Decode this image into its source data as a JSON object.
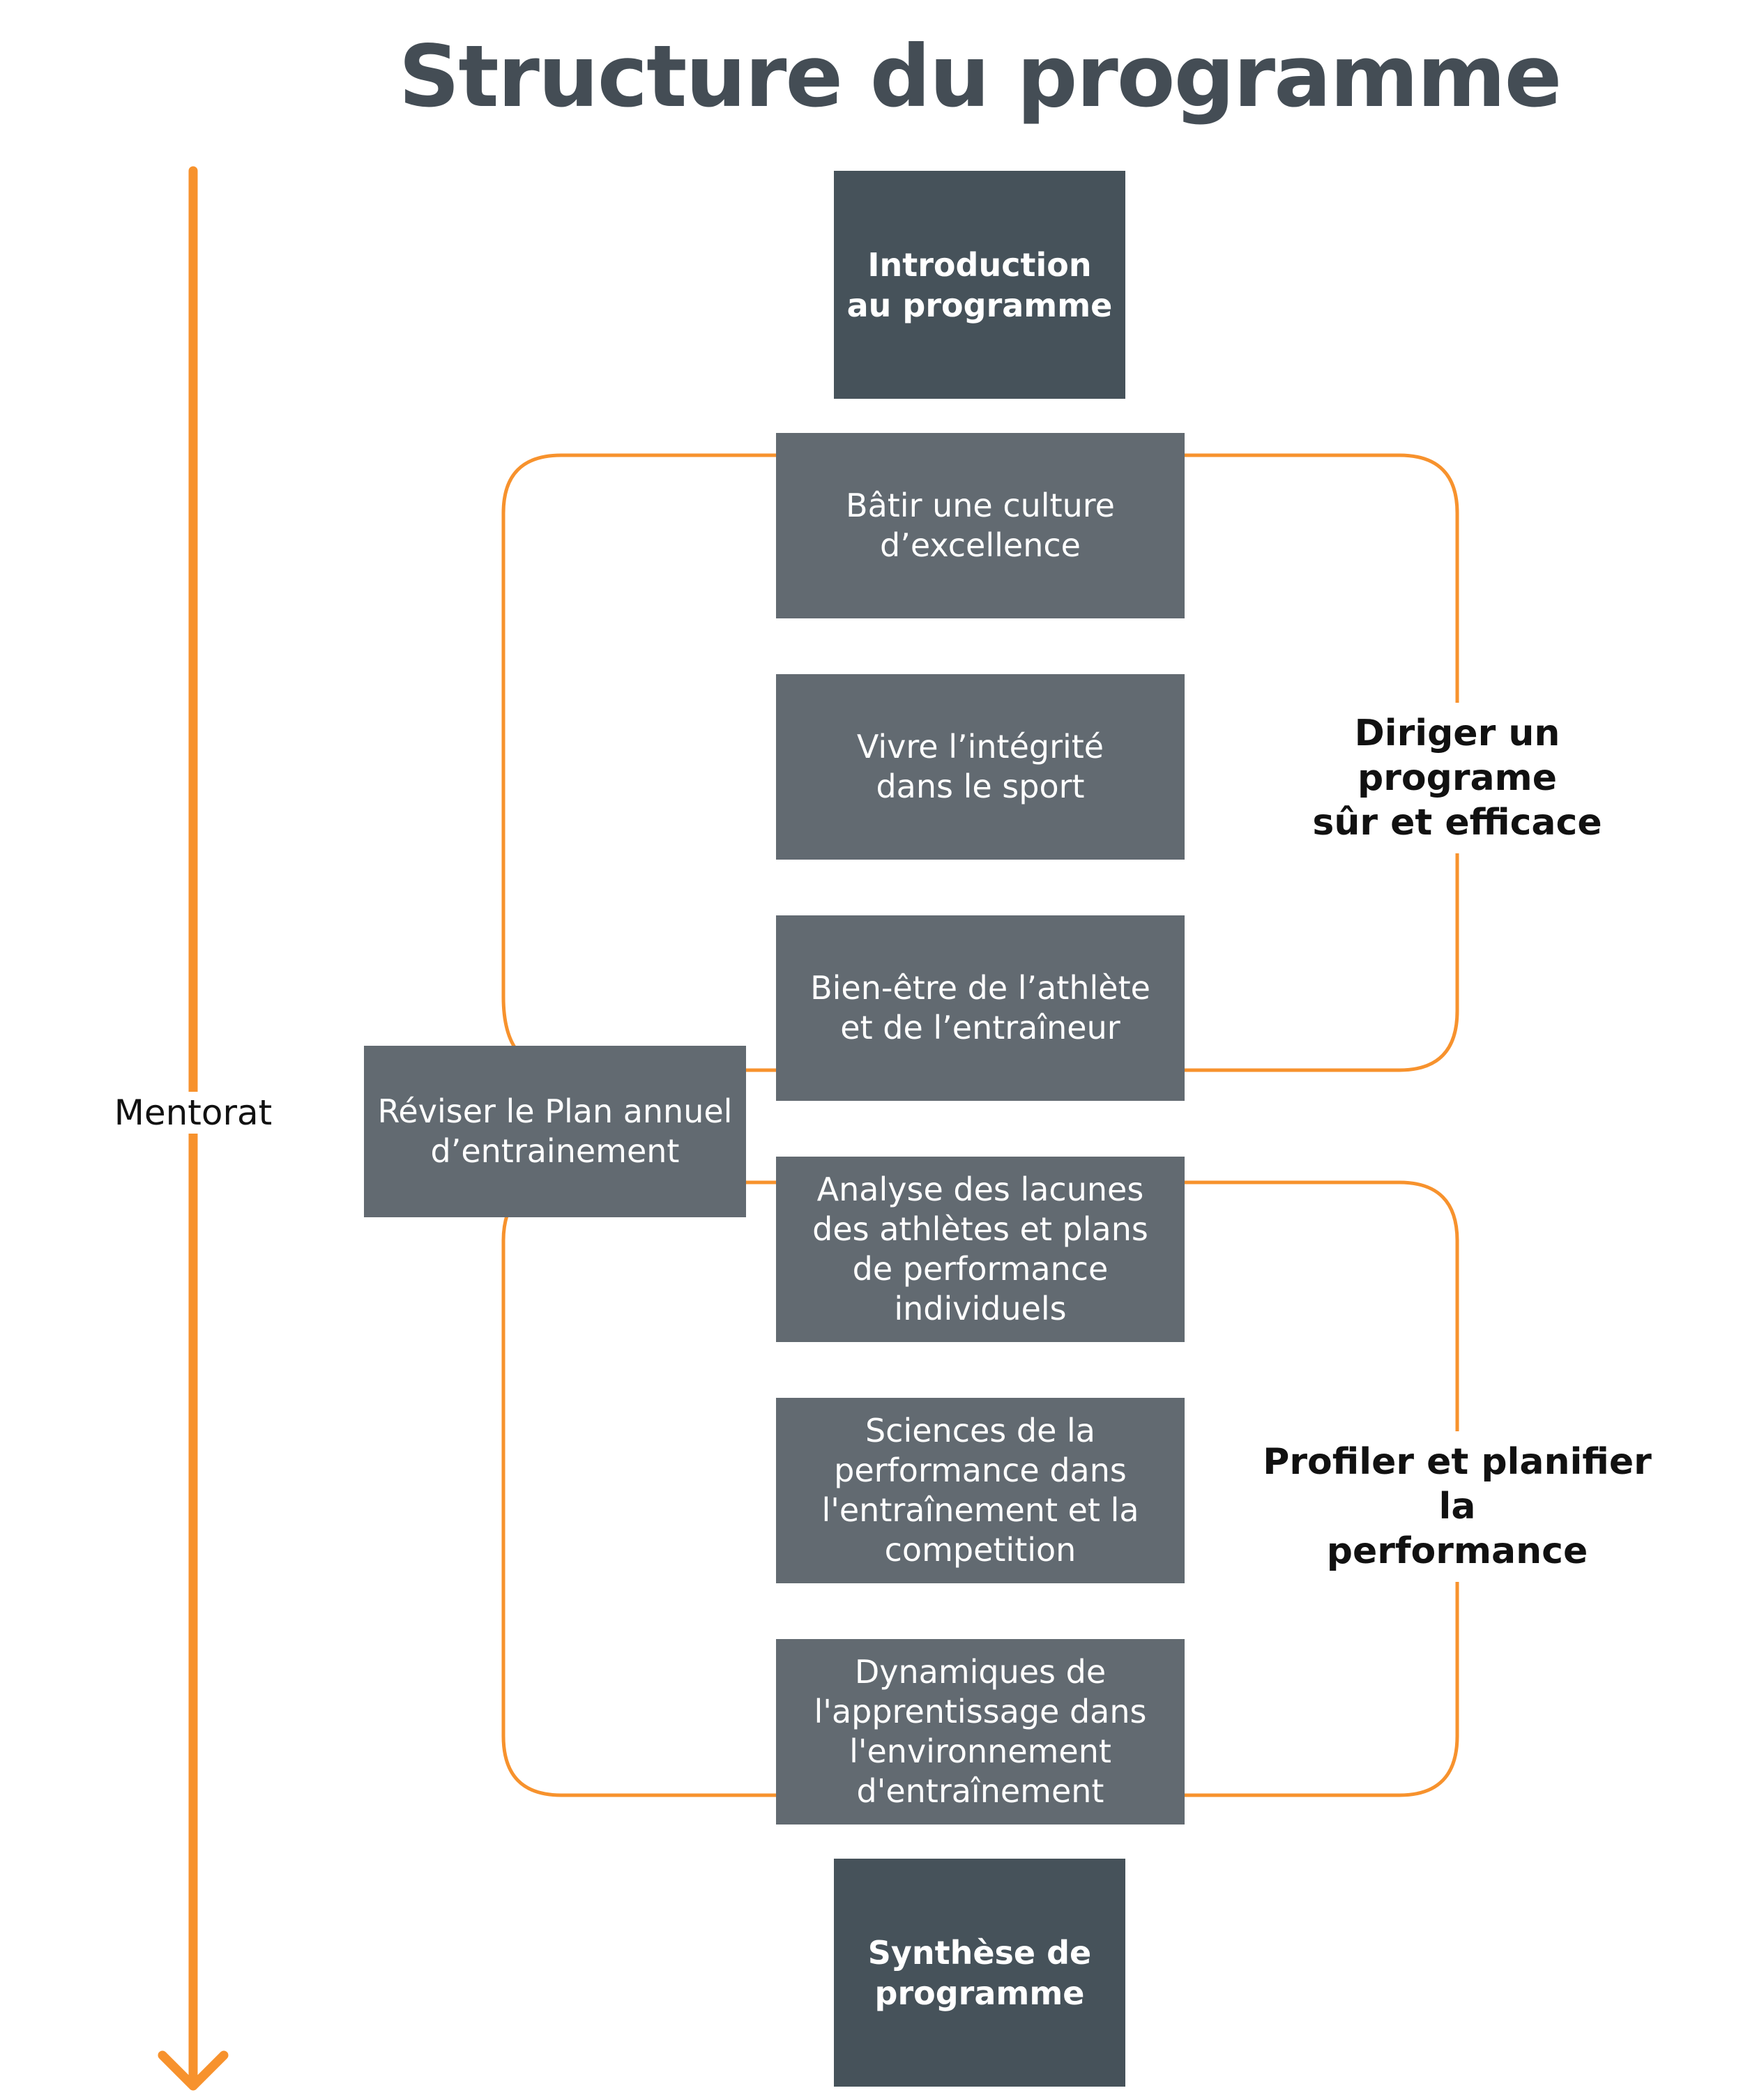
{
  "title": "Structure du programme",
  "timeline": {
    "label": "Mentorat",
    "color": "#f7922d"
  },
  "colors": {
    "accent_orange": "#f7922d",
    "box_dark": "#46525a",
    "box_mid": "#626a71",
    "title_color": "#444d55"
  },
  "intro": {
    "label": "Introduction\nau programme"
  },
  "review": {
    "label": "Réviser le Plan annuel\nd’entrainement"
  },
  "groups": [
    {
      "label": "Diriger un programe\nsûr et efficace",
      "modules": [
        {
          "label": "Bâtir une culture\nd’excellence"
        },
        {
          "label": "Vivre l’intégrité\ndans le sport"
        },
        {
          "label": "Bien-être de l’athlète\net de l’entraîneur"
        }
      ]
    },
    {
      "label": "Profiler et planifier la\nperformance",
      "modules": [
        {
          "label": "Analyse des lacunes\ndes athlètes et plans\nde performance\nindividuels"
        },
        {
          "label": "Sciences de la\nperformance dans\nl'entraînement et la\ncompetition"
        },
        {
          "label": "Dynamiques de\nl'apprentissage dans\nl'environnement\nd'entraînement"
        }
      ]
    }
  ],
  "synthesis": {
    "label": "Synthèse de\nprogramme"
  }
}
